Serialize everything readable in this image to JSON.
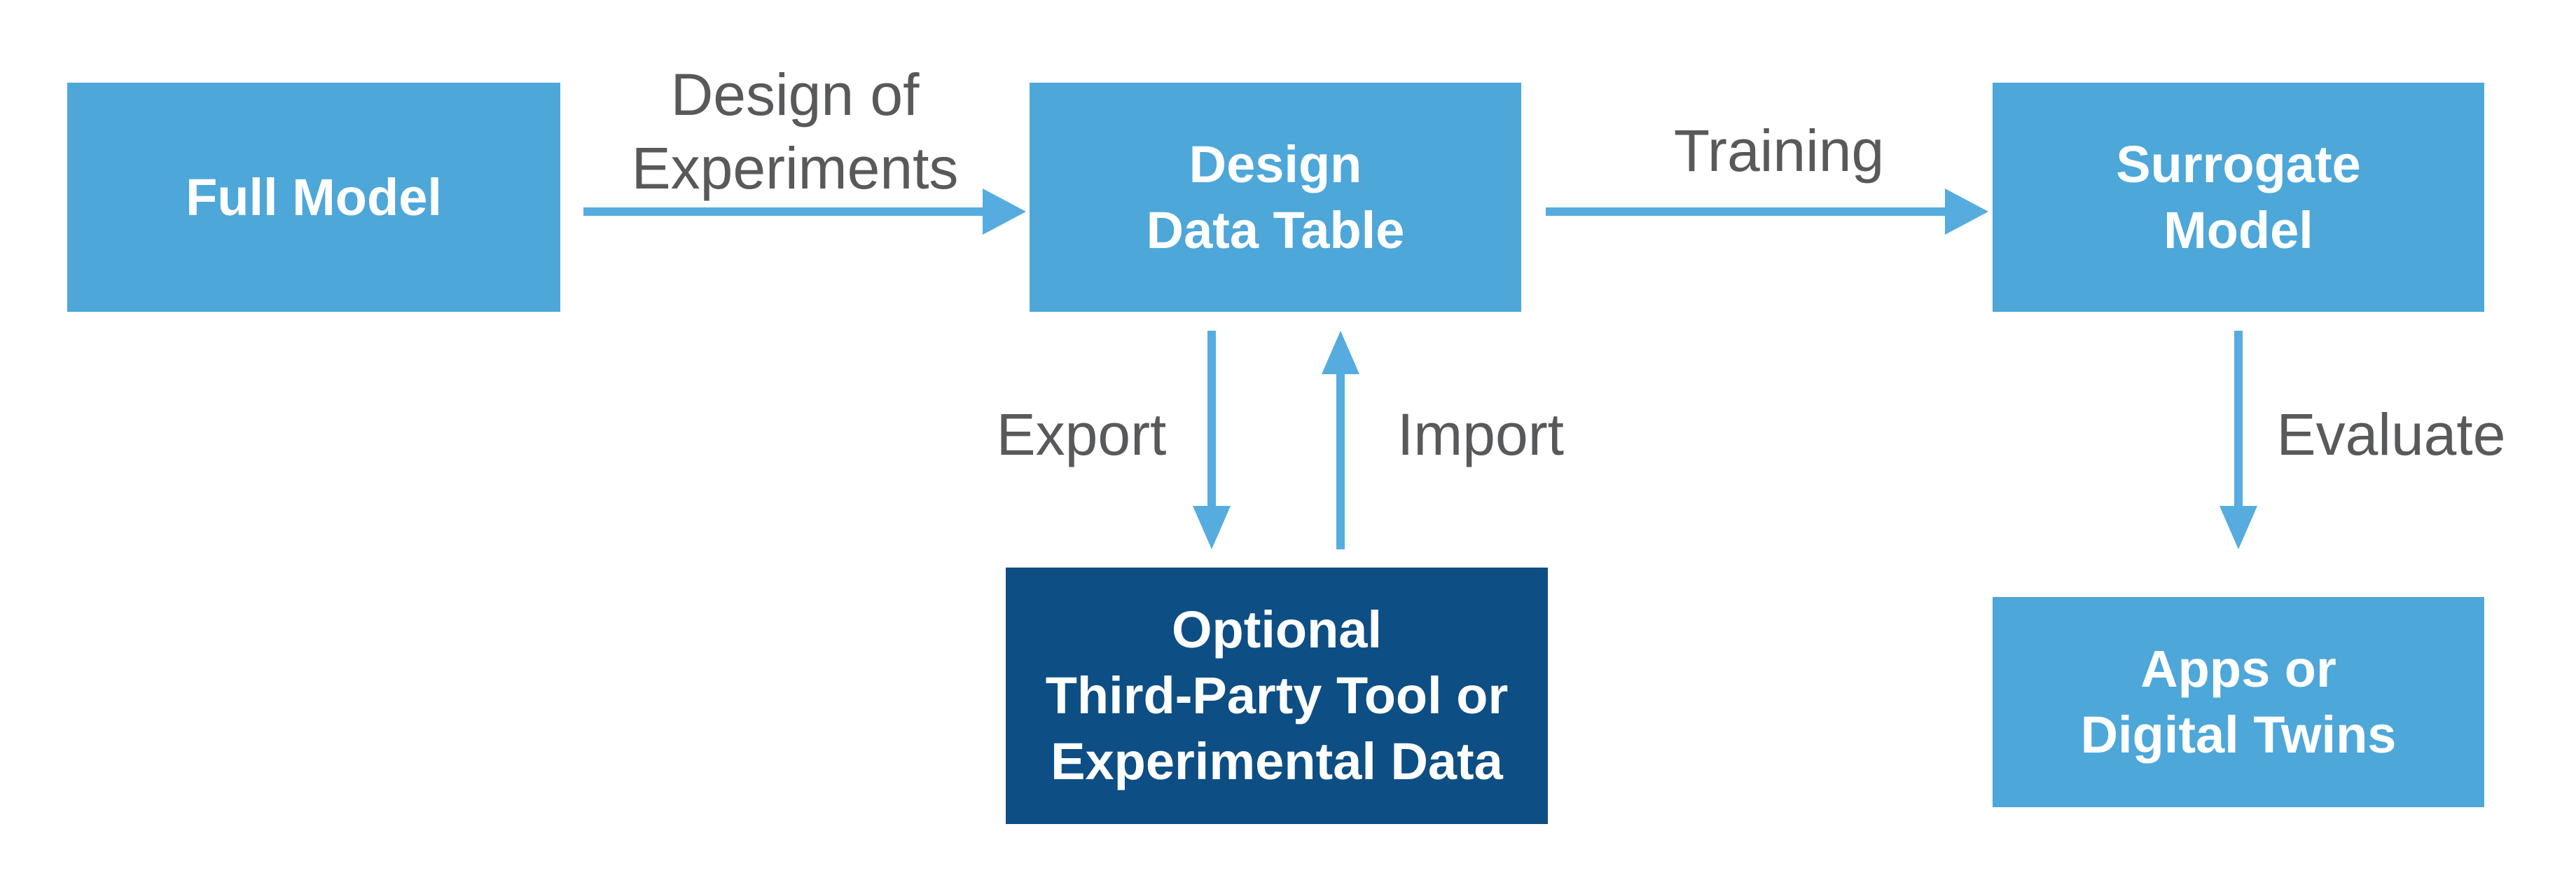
{
  "diagram": {
    "boxes": {
      "full_model": {
        "label": "Full Model"
      },
      "design_data_table": {
        "line1": "Design",
        "line2": "Data Table"
      },
      "surrogate_model": {
        "line1": "Surrogate",
        "line2": "Model"
      },
      "third_party": {
        "line1": "Optional",
        "line2": "Third-Party Tool or",
        "line3": "Experimental Data"
      },
      "apps": {
        "line1": "Apps or",
        "line2": "Digital Twins"
      }
    },
    "edges": {
      "design_of_experiments": {
        "line1": "Design of",
        "line2": "Experiments"
      },
      "training": {
        "label": "Training"
      },
      "export": {
        "label": "Export"
      },
      "import": {
        "label": "Import"
      },
      "evaluate": {
        "label": "Evaluate"
      }
    }
  },
  "colors": {
    "box_light": "#4da7d9",
    "box_dark": "#0d4e84",
    "arrow": "#56acde",
    "label_text": "#58595b",
    "box_text": "#ffffff",
    "background": "#ffffff"
  }
}
